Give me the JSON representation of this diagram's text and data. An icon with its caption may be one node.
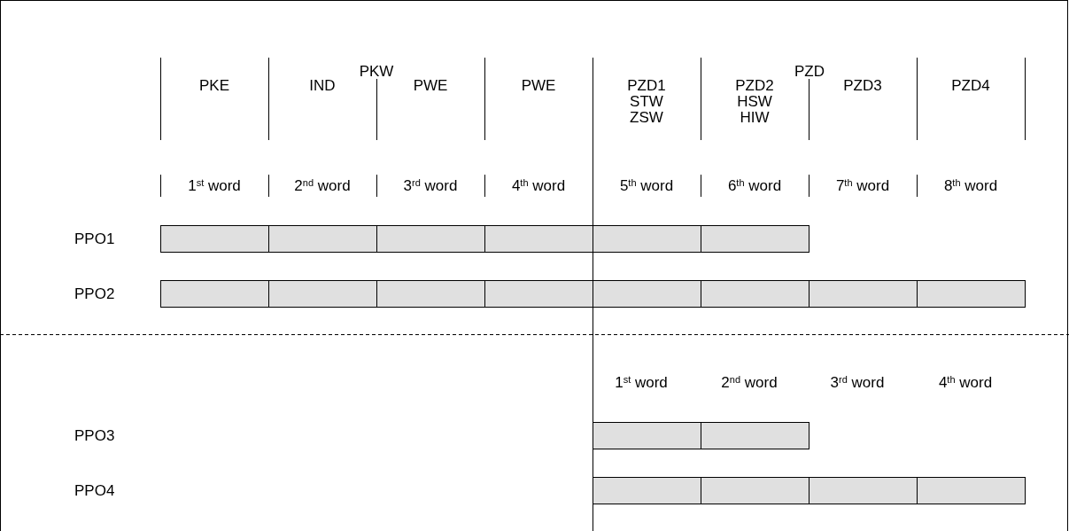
{
  "diagram": {
    "labels": [
      "PKW",
      "PZD",
      "PKE",
      "IND",
      "PWE",
      "PWE",
      "PZD1",
      "PZD2",
      "PZD3",
      "PZD4",
      "STW",
      "HSW",
      "ZSW",
      "HIW",
      "1$^{st}$ word",
      "2$^{nd}$ word",
      "3$^{rd}$ word",
      "4$^{th}$ word",
      "5$^{th}$ word",
      "6$^{th}$ word",
      "7$^{th}$ word",
      "8$^{th}$ word",
      "PPO1",
      "PPO2",
      "1$^{st}$ word",
      "2$^{nd}$ word",
      "3$^{rd}$ word",
      "4$^{th}$ word",
      "PPO3",
      "PPO4"
    ]
  }
}
